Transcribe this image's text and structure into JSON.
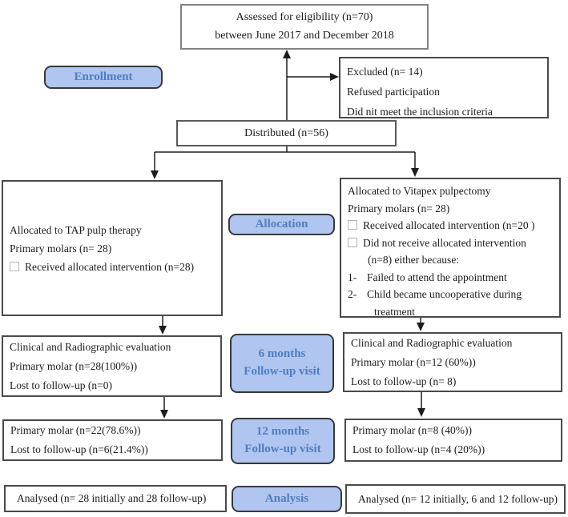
{
  "palette": {
    "label_fill": "#b0c6f0",
    "label_border": "#383838",
    "label_text": "#4f7dc2",
    "box_border": "#4a4a4a",
    "connector_color": "#1d1d1d"
  },
  "boxes": {
    "eligibility": {
      "line1": "Assessed for eligibility (n=70)",
      "line2": "between June 2017 and December 2018"
    },
    "enrollment_label": "Enrollment",
    "excluded": {
      "lines": [
        "Excluded (n= 14)",
        "Refused participation",
        "Did nit meet the inclusion criteria"
      ]
    },
    "distributed": "Distributed (n=56)",
    "left_alloc": {
      "line1": "Allocated to TAP pulp therapy",
      "line2": "Primary molars (n= 28)",
      "check1": "Received allocated intervention (n=28)"
    },
    "allocation_label": "Allocation",
    "right_alloc": {
      "line1": "Allocated to Vitapex pulpectomy",
      "line2": "Primary molars (n= 28)",
      "check1": "Received allocated intervention (n=20 )",
      "check2": "Did not receive allocated intervention",
      "check2_cont": "(n=8) either because:",
      "item1_num": "1-",
      "item1": "Failed to attend the appointment",
      "item2_num": "2-",
      "item2": "Child became uncooperative during",
      "item2_cont": "treatment"
    },
    "six_label": {
      "line1": "6 months",
      "line2": "Follow-up visit"
    },
    "left_6mo": {
      "lines": [
        "Clinical and Radiographic evaluation",
        "Primary molar (n=28(100%))",
        "Lost to follow-up (n=0)"
      ]
    },
    "right_6mo": {
      "lines": [
        "Clinical and Radiographic evaluation",
        "Primary molar (n=12 (60%))",
        "Lost to follow-up (n= 8)"
      ]
    },
    "twelve_label": {
      "line1": "12 months",
      "line2": "Follow-up visit"
    },
    "left_12mo": {
      "lines": [
        "Primary molar (n=22(78.6%))",
        "Lost to follow-up (n=6(21.4%))"
      ]
    },
    "right_12mo": {
      "lines": [
        "Primary molar (n=8 (40%))",
        "Lost to follow-up (n=4 (20%))"
      ]
    },
    "analysis_label": "Analysis",
    "left_analysed": "Analysed (n= 28 initially and 28 follow-up)",
    "right_analysed": "Analysed (n= 12 initially, 6 and 12 follow-up)"
  }
}
